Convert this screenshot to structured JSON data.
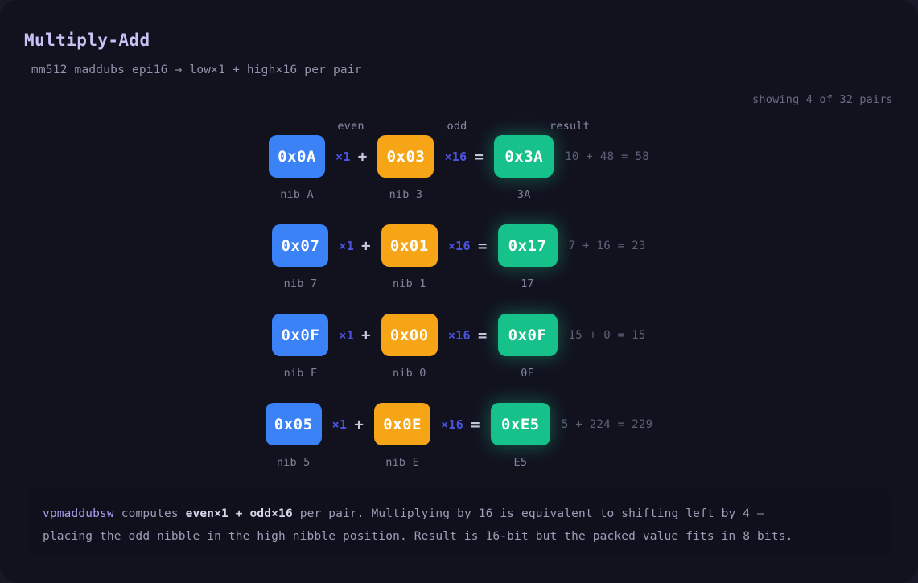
{
  "header": {
    "title": "Multiply-Add",
    "subtitle": "_mm512_maddubs_epi16 → low×1 + high×16 per pair",
    "pair_count": "showing 4 of 32 pairs"
  },
  "columns": {
    "even": "even",
    "odd": "odd",
    "result": "result"
  },
  "operators": {
    "mult_one": "×1",
    "plus": "+",
    "mult_sixteen": "×16",
    "equals": "="
  },
  "rows": [
    {
      "even_value": "0x0A",
      "even_label": "nib A",
      "odd_value": "0x03",
      "odd_label": "nib 3",
      "result_value": "0x3A",
      "result_label": "3A",
      "arithmetic": "10 + 48 = 58"
    },
    {
      "even_value": "0x07",
      "even_label": "nib 7",
      "odd_value": "0x01",
      "odd_label": "nib 1",
      "result_value": "0x17",
      "result_label": "17",
      "arithmetic": "7 + 16 = 23"
    },
    {
      "even_value": "0x0F",
      "even_label": "nib F",
      "odd_value": "0x00",
      "odd_label": "nib 0",
      "result_value": "0x0F",
      "result_label": "0F",
      "arithmetic": "15 + 0 = 15"
    },
    {
      "even_value": "0x05",
      "even_label": "nib 5",
      "odd_value": "0x0E",
      "odd_label": "nib E",
      "result_value": "0xE5",
      "result_label": "E5",
      "arithmetic": "5 + 224 = 229"
    }
  ],
  "footer": {
    "mnemonic": "vpmaddubsw",
    "line1_a": " computes ",
    "line1_strong": "even×1 + odd×16",
    "line1_b": " per pair. Multiplying by 16 is equivalent to shifting left by 4 —",
    "line2": "placing the odd nibble in the high nibble position. Result is 16-bit but the packed value fits in 8 bits."
  },
  "colors": {
    "page_background": "#12121f",
    "outer_background": "#191827",
    "even_chip": "#3b82f6",
    "odd_chip": "#f5a516",
    "result_chip": "#17c18a",
    "title": "#c9c2f5",
    "multiplier": "#4c53e0",
    "muted_text": "#81839c"
  }
}
